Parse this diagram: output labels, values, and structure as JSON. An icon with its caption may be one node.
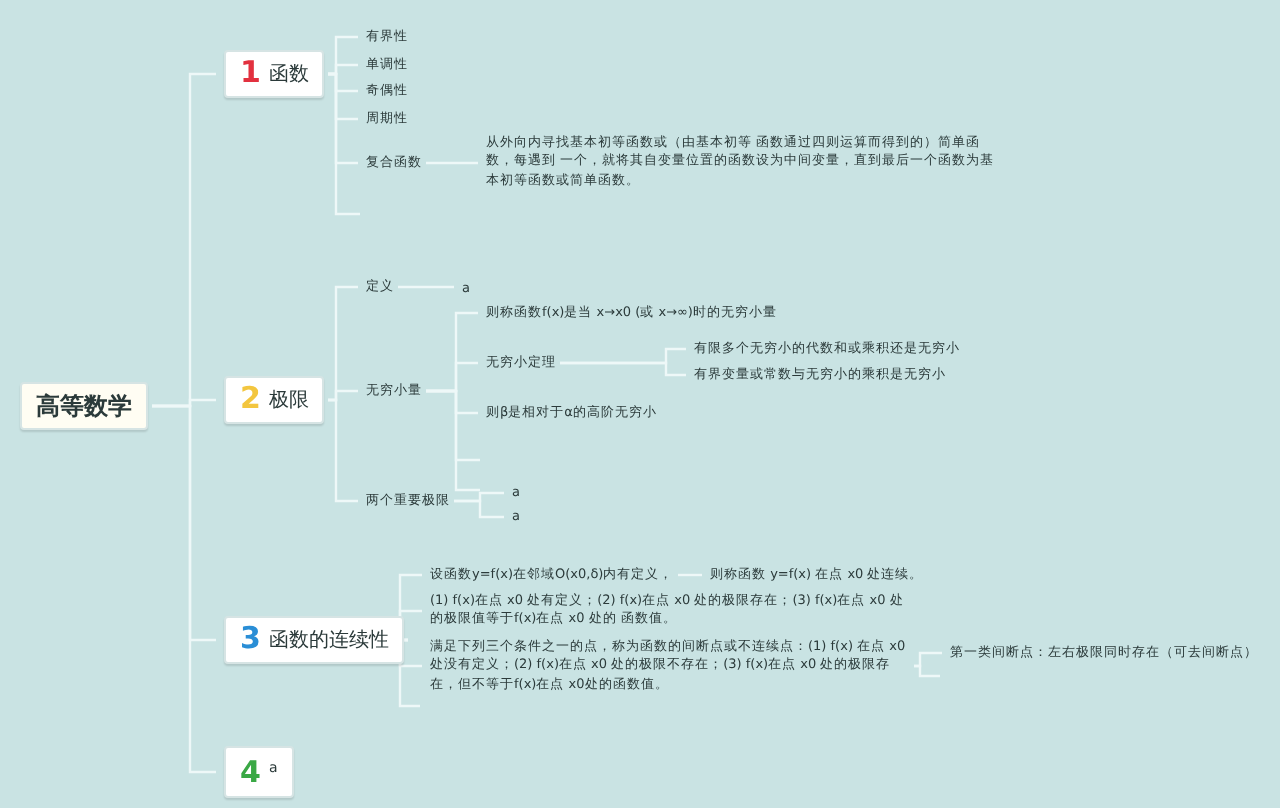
{
  "diagram": {
    "nodes": [
      {
        "text": [
          "高等数学"
        ]
      },
      {
        "text": [
          "1",
          "函数"
        ]
      },
      {
        "text": [
          "有界性"
        ]
      },
      {
        "text": [
          "单调性"
        ]
      },
      {
        "text": [
          "奇偶性"
        ]
      },
      {
        "text": [
          "周期性"
        ]
      },
      {
        "text": [
          "复合函数"
        ]
      },
      {
        "text": [
          "从外向内寻找基本初等函数或（由基本初等 函数通过四则运算而得到的）简单函数，每遇到 一个，就将其自变量位置的函数设为中间变量，直到最后一个函数为基本初等函数或简单函数。"
        ]
      },
      {
        "text": [
          "2",
          "极限"
        ]
      },
      {
        "text": [
          "定义"
        ]
      },
      {
        "text": [
          "a"
        ]
      },
      {
        "text": [
          "无穷小量"
        ]
      },
      {
        "text": [
          "则称函数f(x)是当 x→x0 (或 x→∞)时的无穷小量"
        ]
      },
      {
        "text": [
          "无穷小定理"
        ]
      },
      {
        "text": [
          "有限多个无穷小的代数和或乘积还是无穷小"
        ]
      },
      {
        "text": [
          "有界变量或常数与无穷小的乘积是无穷小"
        ]
      },
      {
        "text": [
          "则β是相对于α的高阶无穷小"
        ]
      },
      {
        "text": [
          "两个重要极限"
        ]
      },
      {
        "text": [
          "a"
        ]
      },
      {
        "text": [
          "a"
        ]
      },
      {
        "text": [
          "3",
          "函数的连续性"
        ]
      },
      {
        "text": [
          "设函数y=f(x)在邻域O(x0,δ)内有定义，"
        ]
      },
      {
        "text": [
          "则称函数 y=f(x) 在点 x0 处连续。"
        ]
      },
      {
        "text": [
          "(1) f(x)在点 x0 处有定义；(2) f(x)在点 x0 处的极限存在；(3) f(x)在点 x0 处的极限值等于f(x)在点 x0 处的 函数值。"
        ]
      },
      {
        "text": [
          "满足下列三个条件之一的点，称为函数的间断点或不连续点：(1) f(x) 在点 x0 处没有定义；(2) f(x)在点 x0 处的极限不存在；(3) f(x)在点 x0 处的极限存在，但不等于f(x)在点 x0处的函数值。"
        ]
      },
      {
        "text": [
          "第一类间断点：左右极限同时存在（可去间断点）"
        ]
      },
      {
        "text": [
          "4",
          "a"
        ]
      }
    ],
    "edges": [
      {
        "from": 0,
        "to": 1,
        "arrow": "none"
      },
      {
        "from": 0,
        "to": 8,
        "arrow": "none"
      },
      {
        "from": 0,
        "to": 20,
        "arrow": "none"
      },
      {
        "from": 0,
        "to": 26,
        "arrow": "none"
      },
      {
        "from": 1,
        "to": 2,
        "arrow": "none"
      },
      {
        "from": 1,
        "to": 3,
        "arrow": "none"
      },
      {
        "from": 1,
        "to": 4,
        "arrow": "none"
      },
      {
        "from": 1,
        "to": 5,
        "arrow": "none"
      },
      {
        "from": 1,
        "to": 6,
        "arrow": "none"
      },
      {
        "from": 6,
        "to": 7,
        "arrow": "none"
      },
      {
        "from": 8,
        "to": 9,
        "arrow": "none"
      },
      {
        "from": 8,
        "to": 11,
        "arrow": "none"
      },
      {
        "from": 8,
        "to": 17,
        "arrow": "none"
      },
      {
        "from": 9,
        "to": 10,
        "arrow": "none"
      },
      {
        "from": 11,
        "to": 12,
        "arrow": "none"
      },
      {
        "from": 11,
        "to": 13,
        "arrow": "none"
      },
      {
        "from": 11,
        "to": 16,
        "arrow": "none"
      },
      {
        "from": 13,
        "to": 14,
        "arrow": "none"
      },
      {
        "from": 13,
        "to": 15,
        "arrow": "none"
      },
      {
        "from": 17,
        "to": 18,
        "arrow": "none"
      },
      {
        "from": 17,
        "to": 19,
        "arrow": "none"
      },
      {
        "from": 20,
        "to": 21,
        "arrow": "none"
      },
      {
        "from": 20,
        "to": 23,
        "arrow": "none"
      },
      {
        "from": 20,
        "to": 24,
        "arrow": "none"
      },
      {
        "from": 21,
        "to": 22,
        "arrow": "none"
      },
      {
        "from": 24,
        "to": 25,
        "arrow": "none"
      }
    ]
  }
}
